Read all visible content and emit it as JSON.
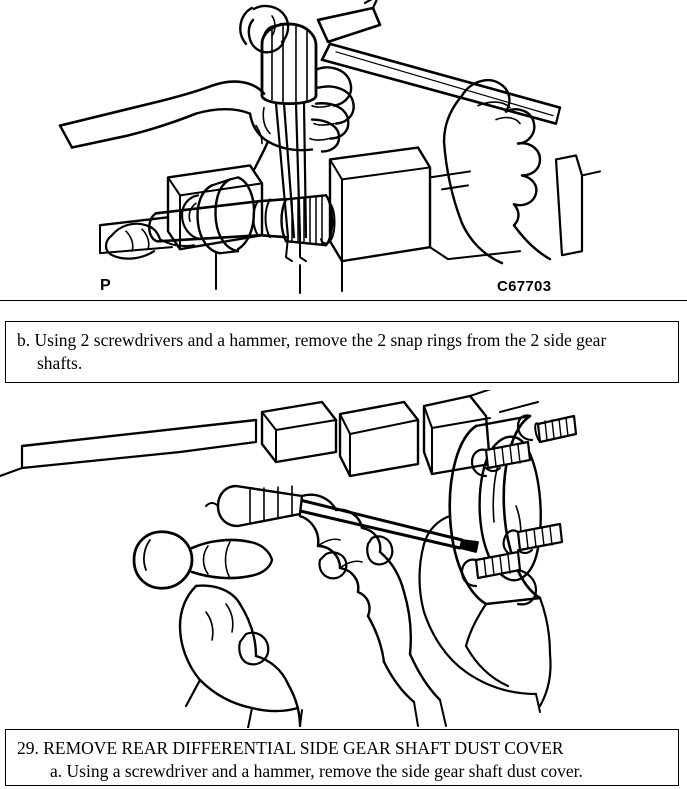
{
  "document": {
    "type": "service-manual-page",
    "background_color": "#ffffff",
    "ink_color": "#000000"
  },
  "figures": [
    {
      "id": "figure-top",
      "code": "C67703",
      "marker": "P",
      "alt": "Line drawing: a hand holding two screwdriver handles together against a splined side gear shaft held in a vise, while a second hand swings a hammer onto the screwdriver handles to drive off the snap ring."
    },
    {
      "id": "figure-bottom",
      "code": "",
      "marker": "",
      "alt": "Line drawing: a hand holding a hammer and a screwdriver positioned against the side gear shaft dust cover on a rear differential flange with four studs, the assembly clamped in a bench vise."
    }
  ],
  "captions": {
    "step_b": {
      "label": "b.",
      "text": "Using 2 screwdrivers and a hammer, remove the 2 snap rings from the 2 side gear",
      "text_line2": "shafts.",
      "full_text": "b. Using 2 screwdrivers and a hammer, remove the 2 snap rings from the 2 side gear shafts."
    },
    "step_29": {
      "number": "29.",
      "title": "REMOVE REAR DIFFERENTIAL SIDE GEAR SHAFT DUST COVER",
      "heading_line": "29. REMOVE REAR DIFFERENTIAL SIDE GEAR SHAFT DUST COVER",
      "sub_label": "a.",
      "sub_text": "Using a screwdriver and a hammer, remove the side gear shaft dust cover.",
      "sub_line": "a. Using a screwdriver and a hammer, remove the side gear shaft dust cover."
    }
  }
}
